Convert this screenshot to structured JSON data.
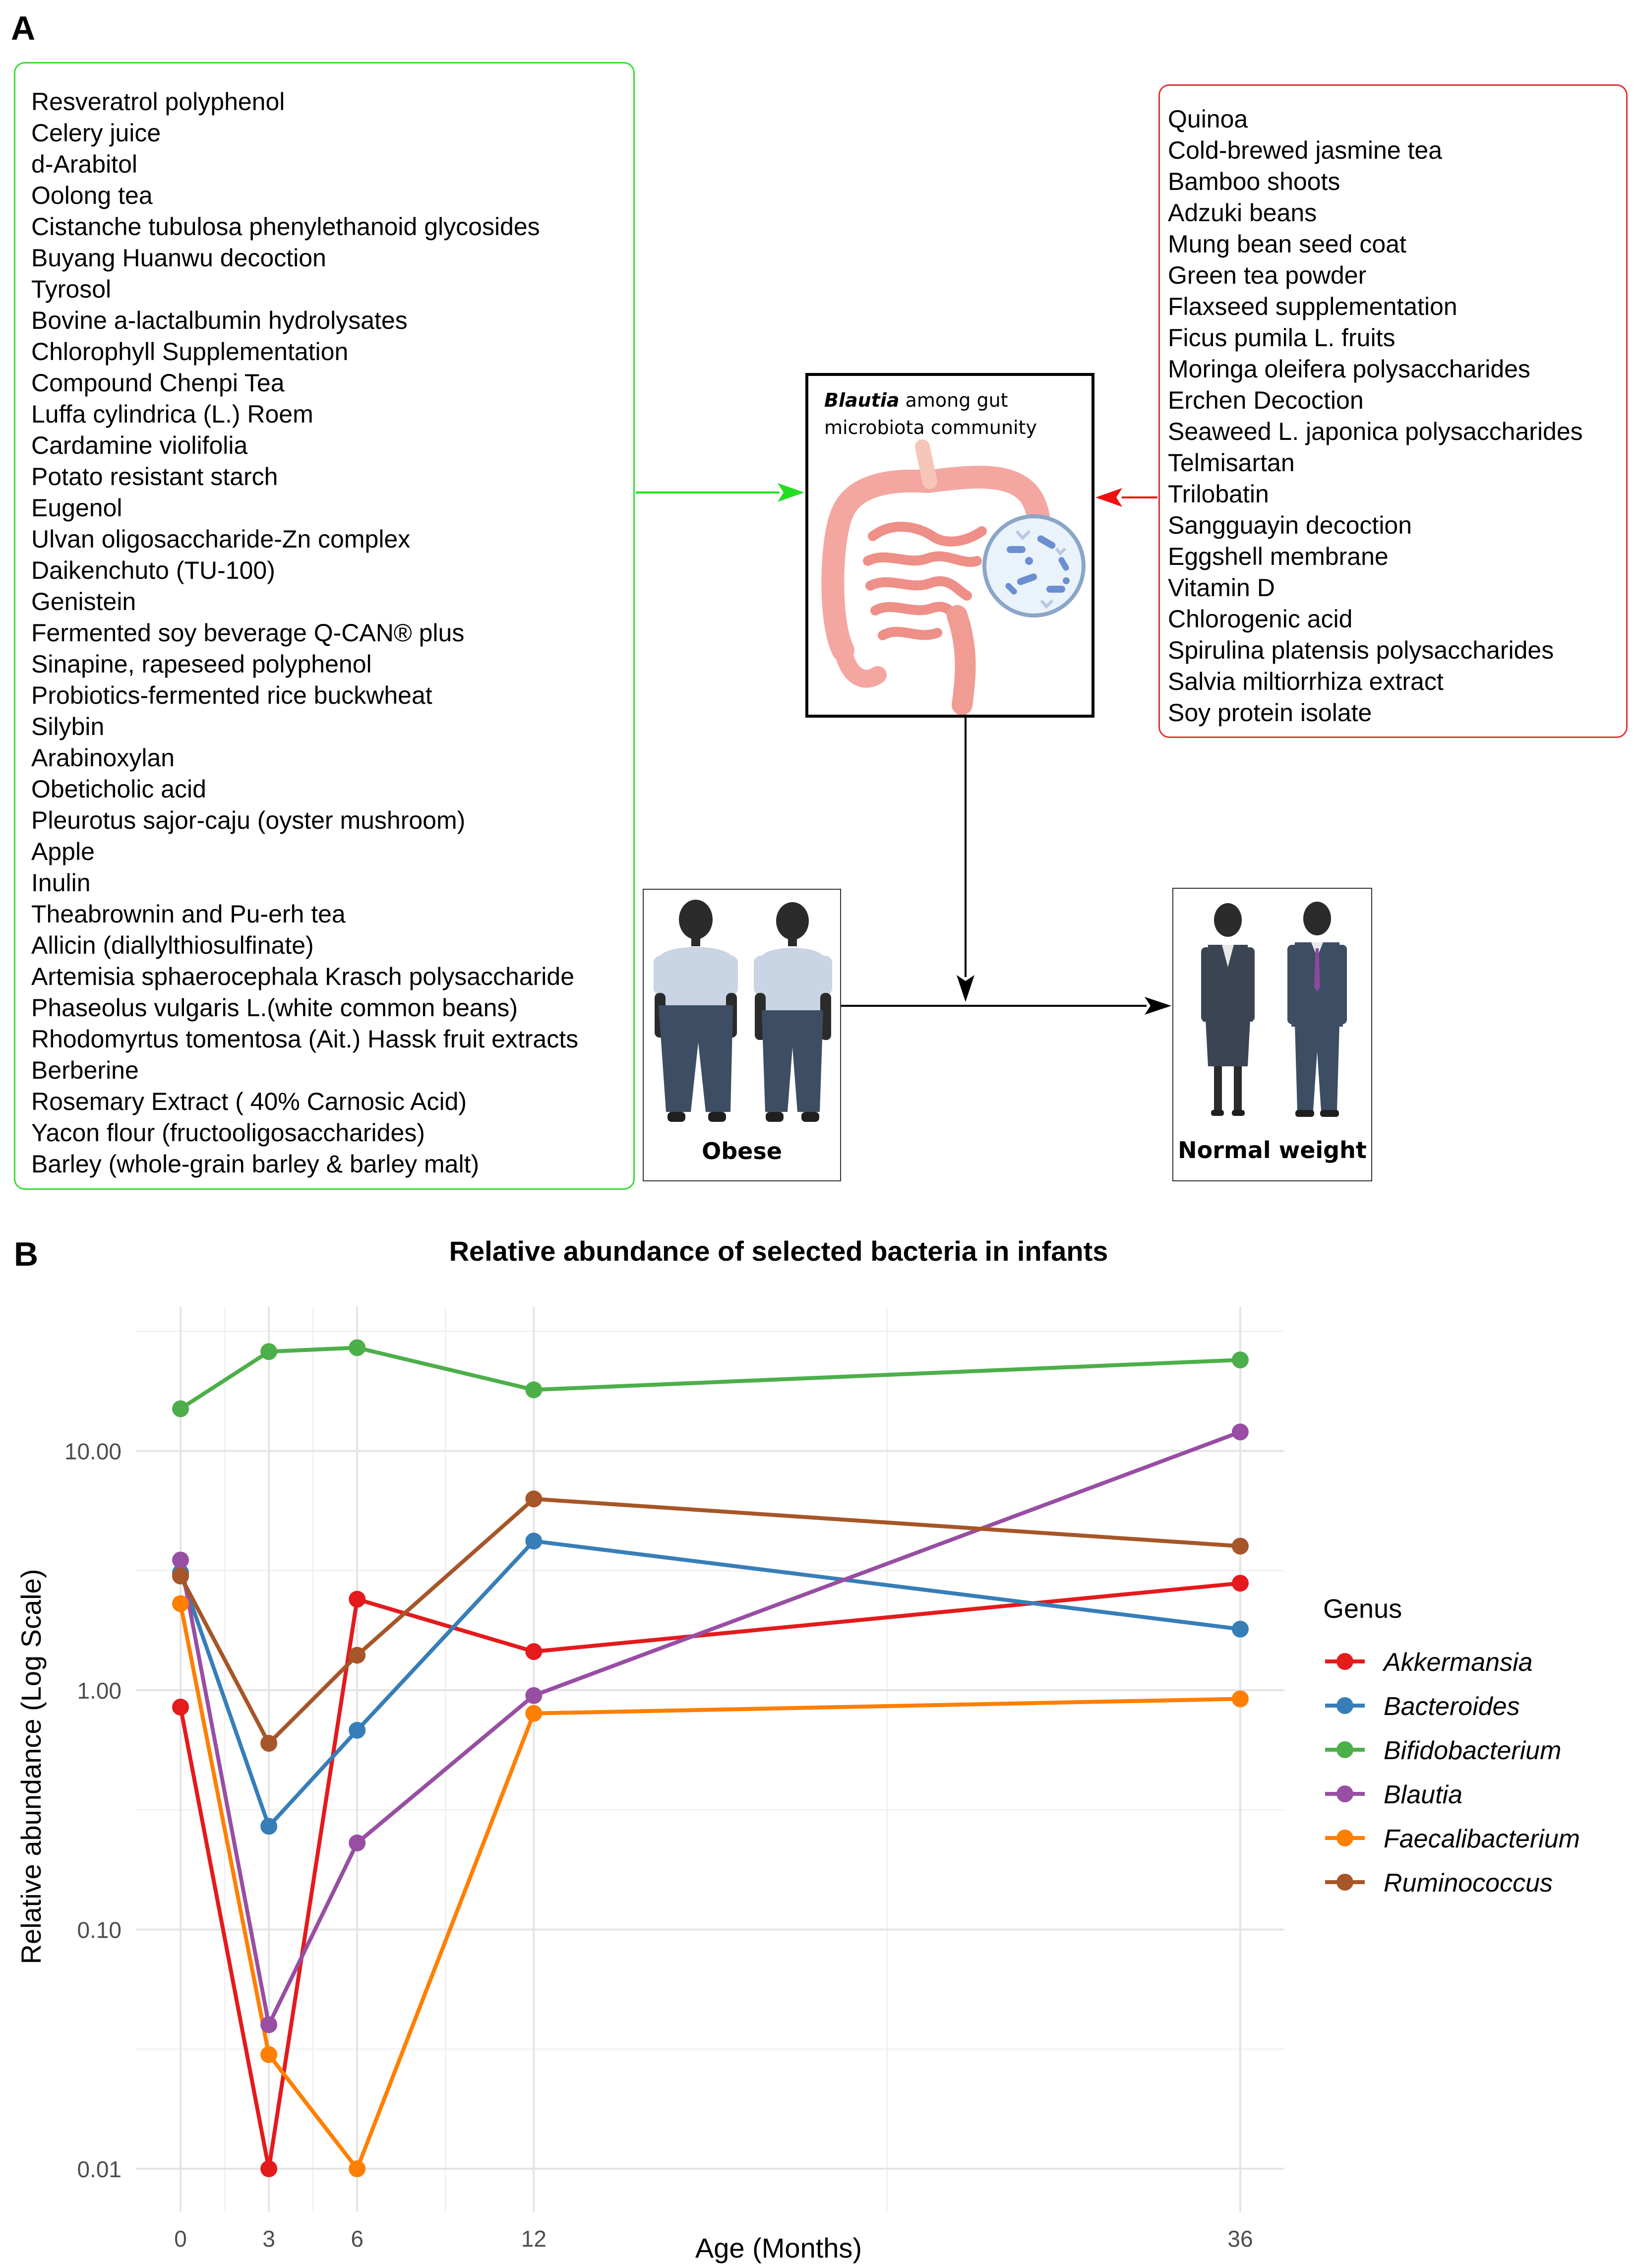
{
  "panel_a": {
    "label": "A",
    "left_list": [
      "Resveratrol polyphenol",
      "Celery juice",
      "d-Arabitol",
      "Oolong tea",
      "Cistanche tubulosa phenylethanoid glycosides",
      "Buyang Huanwu decoction",
      "Tyrosol",
      "Bovine a-lactalbumin hydrolysates",
      "Chlorophyll Supplementation",
      "Compound Chenpi Tea",
      "Luffa cylindrica (L.) Roem",
      "Cardamine violifolia",
      "Potato resistant starch",
      "Eugenol",
      "Ulvan oligosaccharide-Zn complex",
      "Daikenchuto (TU-100)",
      "Genistein",
      "Fermented soy beverage Q-CAN® plus",
      "Sinapine, rapeseed polyphenol",
      "Probiotics-fermented rice buckwheat",
      "Silybin",
      "Arabinoxylan",
      "Obeticholic acid",
      "Pleurotus sajor-caju (oyster mushroom)",
      "Apple",
      "Inulin",
      "Theabrownin and Pu-erh tea",
      "Allicin (diallylthiosulfinate)",
      "Artemisia sphaerocephala Krasch polysaccharide",
      "Phaseolus vulgaris L.(white common beans)",
      "Rhodomyrtus tomentosa (Ait.) Hassk fruit extracts",
      "Berberine",
      "Rosemary Extract ( 40% Carnosic Acid)",
      "Yacon flour (fructooligosaccharides)",
      "Barley (whole-grain barley & barley malt)"
    ],
    "right_list": [
      "Quinoa",
      "Cold-brewed jasmine tea",
      "Bamboo shoots",
      "Adzuki beans",
      "Mung bean seed coat",
      "Green tea powder",
      "Flaxseed supplementation",
      "Ficus pumila L. fruits",
      "Moringa oleifera polysaccharides",
      "Erchen Decoction",
      "Seaweed L. japonica polysaccharides",
      "Telmisartan",
      "Trilobatin",
      "Sangguayin decoction",
      "Eggshell membrane",
      "Vitamin D",
      "Chlorogenic acid",
      "Spirulina platensis polysaccharides",
      "Salvia miltiorrhiza extract",
      "Soy protein isolate"
    ],
    "center_title_italic": "Blautia",
    "center_title_rest": " among gut",
    "center_title_line2": "microbiota community",
    "obese_label": "Obese",
    "normal_label": "Normal weight",
    "colors": {
      "left_box": "#33dd33",
      "right_box": "#e03030",
      "green_arrow": "#22dd22",
      "red_arrow": "#ee1111"
    }
  },
  "panel_b": {
    "label": "B",
    "legend_title": "Genus"
  },
  "chart_data": {
    "type": "line",
    "title": "Relative abundance of selected bacteria in infants",
    "xlabel": "Age (Months)",
    "ylabel": "Relative abundance (Log Scale)",
    "x": [
      0,
      3,
      6,
      12,
      36
    ],
    "x_ticks": [
      0,
      3,
      6,
      12,
      36
    ],
    "x_tick_labels": [
      "0",
      "3",
      "6",
      "12",
      "36"
    ],
    "xlim": [
      -1.5,
      37.5
    ],
    "y_scale": "log",
    "ylim": [
      0.0066,
      40
    ],
    "y_ticks": [
      0.01,
      0.1,
      1,
      10
    ],
    "y_tick_labels": [
      "0.01",
      "0.10",
      "1.00",
      "10.00"
    ],
    "grid": true,
    "legend_position": "right",
    "series": [
      {
        "name": "Akkermansia",
        "color": "#e41a1c",
        "values": [
          0.85,
          0.01,
          2.4,
          1.45,
          2.8
        ]
      },
      {
        "name": "Bacteroides",
        "color": "#377eb8",
        "values": [
          3.1,
          0.27,
          0.68,
          4.2,
          1.8
        ]
      },
      {
        "name": "Bifidobacterium",
        "color": "#4daf4a",
        "values": [
          15,
          26,
          27,
          18,
          24
        ]
      },
      {
        "name": "Blautia",
        "color": "#984ea3",
        "values": [
          3.5,
          0.04,
          0.23,
          0.95,
          12
        ]
      },
      {
        "name": "Faecalibacterium",
        "color": "#ff7f00",
        "values": [
          2.3,
          0.03,
          0.01,
          0.8,
          0.92
        ]
      },
      {
        "name": "Ruminococcus",
        "color": "#a65628",
        "values": [
          3.0,
          0.6,
          1.4,
          6.3,
          4.0
        ]
      }
    ]
  }
}
